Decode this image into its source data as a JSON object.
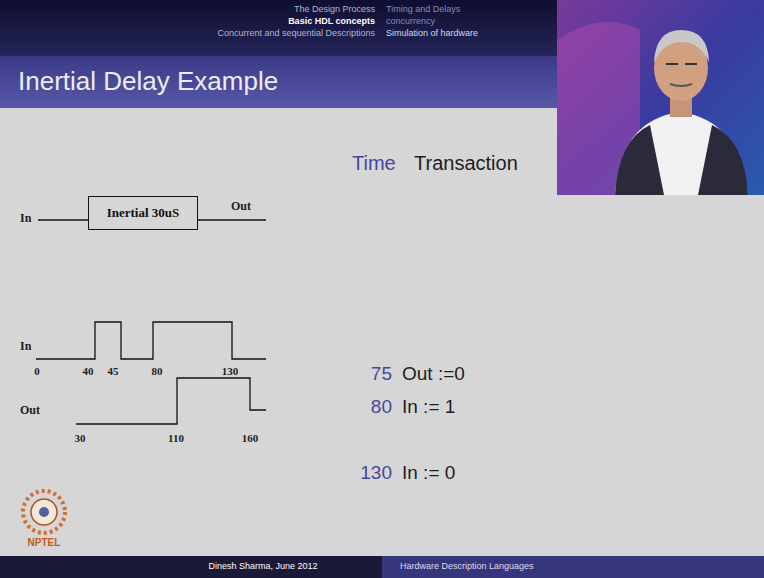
{
  "diagram": {
    "title": "Inertial Delay Example",
    "nodes": [
      {
        "text": [
          "Inertial 30uS"
        ]
      }
    ],
    "labels": [
      "The Design Process",
      "Basic HDL concepts",
      "Concurrent and sequential Descriptions",
      "Timing and Delays",
      "concurrency",
      "Simulation of hardware",
      "Time",
      "Transaction",
      "In",
      "Out",
      "In",
      "0",
      "40",
      "45",
      "80",
      "130",
      "Out",
      "30",
      "110",
      "160",
      "75",
      "Out :=0",
      "80",
      "In := 1",
      "130",
      "In := 0",
      "NPTEL",
      "Dinesh Sharma, June 2012",
      "Hardware Description Languages"
    ]
  }
}
